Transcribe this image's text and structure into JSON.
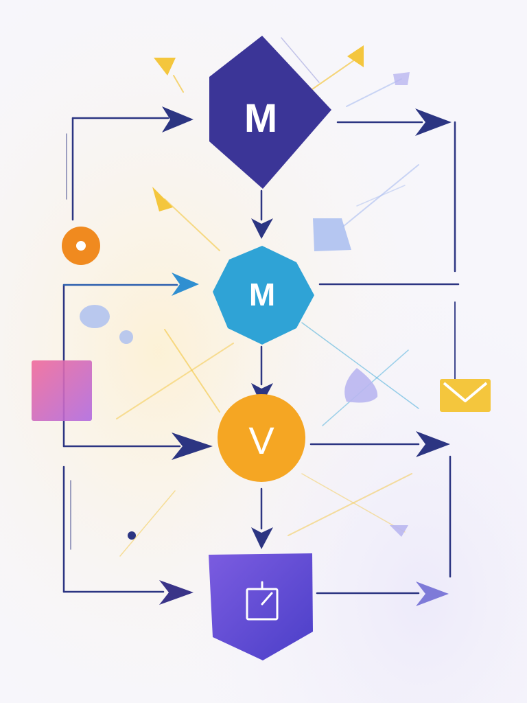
{
  "diagram": {
    "nodes": [
      {
        "id": "model",
        "shape": "diamond",
        "label": "M",
        "color": "#3b3597"
      },
      {
        "id": "middle",
        "shape": "heptagon",
        "label": "M",
        "color": "#2fa3d6"
      },
      {
        "id": "view",
        "shape": "circle",
        "label": "V",
        "color": "#f5a623"
      },
      {
        "id": "output",
        "shape": "shield",
        "icon": "edit-square-icon",
        "color": "#6a4fd3"
      }
    ],
    "colors": {
      "line": "#2c3582",
      "orange_dot": "#f08a1f",
      "pink_square": "#e86aa2",
      "yellow_envelope": "#f4c63d",
      "lavender": "#b9b6f0",
      "light_blue": "#a9bdf0"
    }
  }
}
